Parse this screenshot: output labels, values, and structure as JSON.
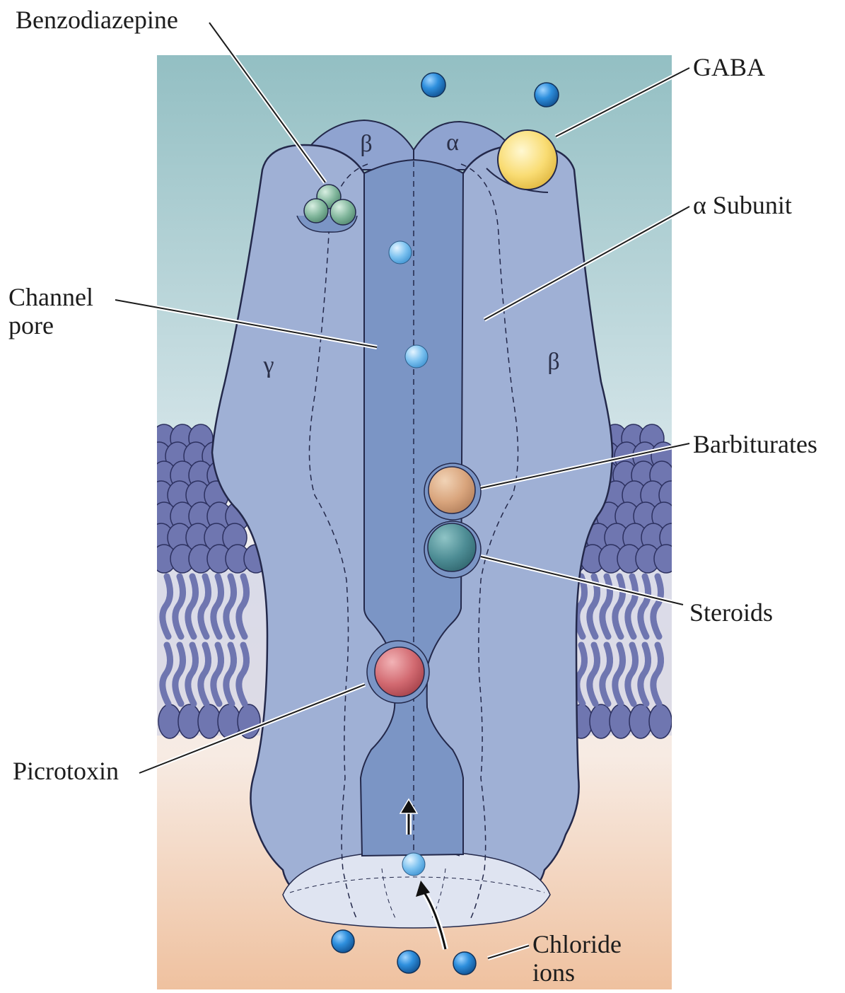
{
  "labels": {
    "benzodiazepine": "Benzodiazepine",
    "gaba": "GABA",
    "alpha_subunit": "α Subunit",
    "channel_pore_line1": "Channel",
    "channel_pore_line2": "pore",
    "barbiturates": "Barbiturates",
    "steroids": "Steroids",
    "picrotoxin": "Picrotoxin",
    "chloride_ions_line1": "Chloride",
    "chloride_ions_line2": "ions"
  },
  "subunit_letters": {
    "top_beta": "β",
    "top_alpha": "α",
    "left_gamma": "γ",
    "right_beta": "β"
  },
  "colors": {
    "extracellular_top": "#93bfc3",
    "extracellular_mid": "#c9dde2",
    "cytoplasm_top": "#f6e2d6",
    "cytoplasm_bottom": "#efc09e",
    "receptor": "#9fb0d5",
    "pore": "#7b95c5",
    "membrane_heads": "#7077b0",
    "chloride_ion": "#2e8fdd",
    "gaba": "#f7d766",
    "benzodiazepine": "#7fb59a",
    "barbiturates": "#d8a77f",
    "steroids": "#4f8d95",
    "picrotoxin": "#d56b72"
  }
}
